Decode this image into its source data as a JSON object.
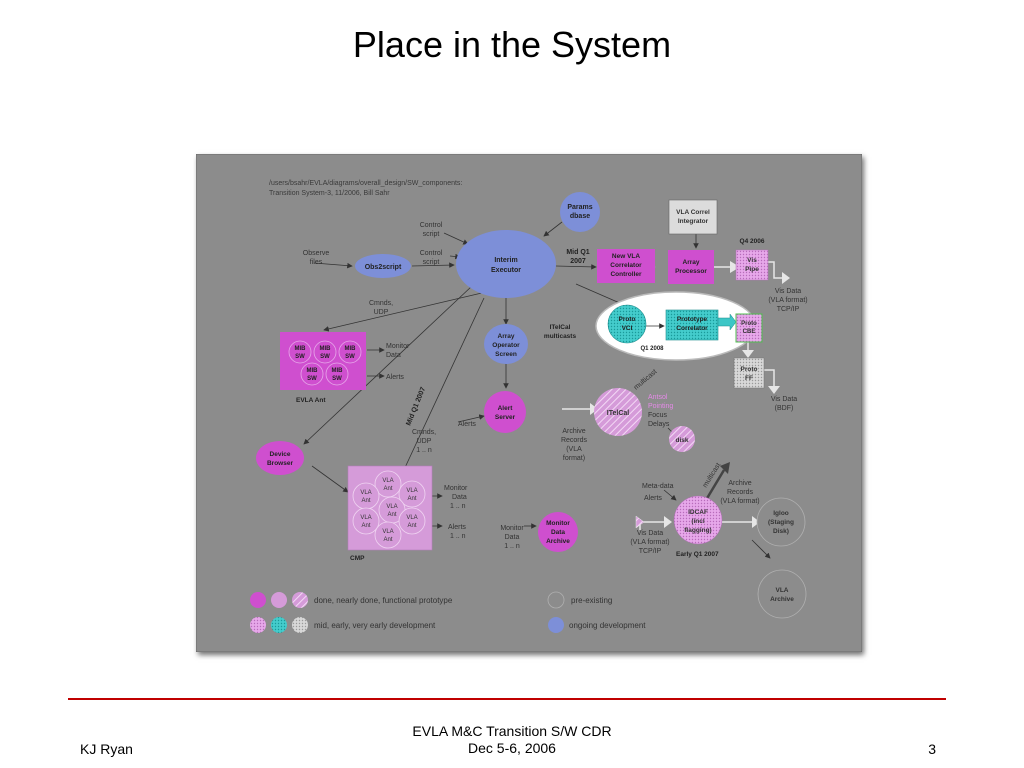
{
  "slide": {
    "title": "Place in the System"
  },
  "footer": {
    "author": "KJ Ryan",
    "event": "EVLA M&C Transition S/W CDR",
    "dates": "Dec 5-6, 2006",
    "page": "3"
  },
  "diagram": {
    "path_line1": "/users/bsahr/EVLA/diagrams/overall_design/SW_components:",
    "path_line2": "Transition System-3, 11/2006, Bill Sahr",
    "params_l1": "Params",
    "params_l2": "dbase",
    "interim_l1": "Interim",
    "interim_l2": "Executor",
    "obs2script": "Obs2script",
    "observe_l1": "Observe",
    "observe_l2": "files",
    "control1_l1": "Control",
    "control1_l2": "script",
    "control2_l1": "Control",
    "control2_l2": "script",
    "cmnds_udp_l1": "Cmnds,",
    "cmnds_udp_l2": "UDP",
    "midq1_l1": "Mid Q1",
    "midq1_l2": "2007",
    "newvla_l1": "New VLA",
    "newvla_l2": "Correlator",
    "newvla_l3": "Controller",
    "arrayproc_l1": "Array",
    "arrayproc_l2": "Processor",
    "vlacorrel_l1": "VLA Correl",
    "vlacorrel_l2": "Integrator",
    "q4_2006": "Q4 2006",
    "vispipe_l1": "Vis",
    "vispipe_l2": "Pipe",
    "visdata1_l1": "Vis Data",
    "visdata1_l2": "(VLA format)",
    "visdata1_l3": "TCP/IP",
    "protovci_l1": "Proto",
    "protovci_l2": "VCI",
    "protocorr_l1": "Prototype",
    "protocorr_l2": "Correlator",
    "q1_2008": "Q1 2008",
    "protocbe_l1": "Proto",
    "protocbe_l2": "CBE",
    "protoff_l1": "Proto",
    "protoff_l2": "FF",
    "visdata2_l1": "Vis Data",
    "visdata2_l2": "(BDF)",
    "mib_label": "MIB",
    "sw_label": "SW",
    "monitor1_l1": "Monitor",
    "monitor1_l2": "Data",
    "alerts1": "Alerts",
    "evla_ant": "EVLA Ant",
    "aos_l1": "Array",
    "aos_l2": "Operator",
    "aos_l3": "Screen",
    "itelcal_mc_l1": "ITelCal",
    "itelcal_mc_l2": "multicasts",
    "alert_l1": "Alert",
    "alert_l2": "Server",
    "alerts2": "Alerts",
    "midq1_rot": "Mid Q1 2007",
    "device_l1": "Device",
    "device_l2": "Browser",
    "cmnds3_l1": "Cmnds,",
    "cmnds3_l2": "UDP",
    "cmnds3_l3": "1 .. n",
    "itelcal": "ITelCal",
    "multicast1": "multicast",
    "antsol_l1": "Antsol",
    "antsol_l2": "Pointing",
    "focus": "Focus",
    "delays": "Delays",
    "disk": "disk",
    "archrec_l1": "Archive",
    "archrec_l2": "Records",
    "archrec_l3": "(VLA",
    "archrec_l4": "format)",
    "vla_label": "VLA",
    "ant_label": "Ant",
    "cmp": "CMP",
    "monitor2_l1": "Monitor",
    "monitor2_l2": "Data",
    "monitor2_l3": "1 .. n",
    "alerts3_l1": "Alerts",
    "alerts3_l2": "1 .. n",
    "monitor3_l1": "Monitor",
    "monitor3_l2": "Data",
    "monitor3_l3": "1 .. n",
    "mda_l1": "Monitor",
    "mda_l2": "Data",
    "mda_l3": "Archive",
    "metadata": "Meta-data",
    "alerts4": "Alerts",
    "multicast2": "multicast",
    "archrec2_l1": "Archive",
    "archrec2_l2": "Records",
    "archrec2_l3": "(VLA format)",
    "idcaf_l1": "IDCAF",
    "idcaf_l2": "(incl",
    "idcaf_l3": "flagging)",
    "visdata3_l1": "Vis Data",
    "visdata3_l2": "(VLA format)",
    "visdata3_l3": "TCP/IP",
    "early_q1": "Early Q1 2007",
    "igloo_l1": "Igloo",
    "igloo_l2": "(Staging",
    "igloo_l3": "Disk)",
    "vlaarch_l1": "VLA",
    "vlaarch_l2": "Archive",
    "legend_done": "done, nearly done, functional prototype",
    "legend_mid": "mid, early, very early development",
    "legend_pre": "pre-existing",
    "legend_ongoing": "ongoing development"
  },
  "colors": {
    "background": "#8c8c8c",
    "magenta": "#cf4fcf",
    "pink": "#d59bd9",
    "purple": "#cf8fd3",
    "blue": "#7d8fd8",
    "cyan": "#3cc6c6",
    "green_outline": "#4fbf4f",
    "footer_line": "#c00000"
  }
}
